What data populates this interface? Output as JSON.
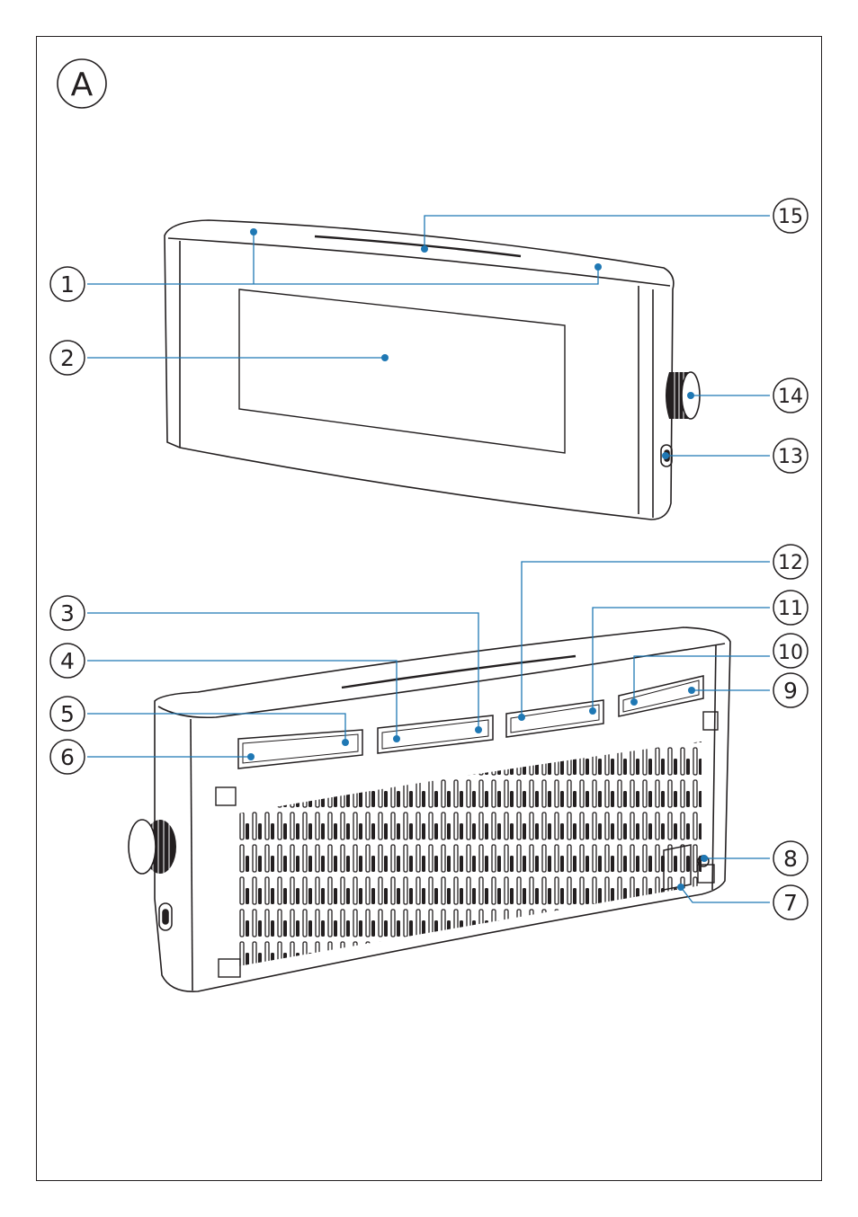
{
  "figure": {
    "label": "A",
    "accent_color": "#1f78b4",
    "callouts": [
      {
        "id": "c1",
        "text": "1"
      },
      {
        "id": "c2",
        "text": "2"
      },
      {
        "id": "c3",
        "text": "3"
      },
      {
        "id": "c4",
        "text": "4"
      },
      {
        "id": "c5",
        "text": "5"
      },
      {
        "id": "c6",
        "text": "6"
      },
      {
        "id": "c7",
        "text": "7"
      },
      {
        "id": "c8",
        "text": "8"
      },
      {
        "id": "c9",
        "text": "9"
      },
      {
        "id": "c10",
        "text": "10"
      },
      {
        "id": "c11",
        "text": "11"
      },
      {
        "id": "c12",
        "text": "12"
      },
      {
        "id": "c13",
        "text": "13"
      },
      {
        "id": "c14",
        "text": "14"
      },
      {
        "id": "c15",
        "text": "15"
      }
    ]
  }
}
